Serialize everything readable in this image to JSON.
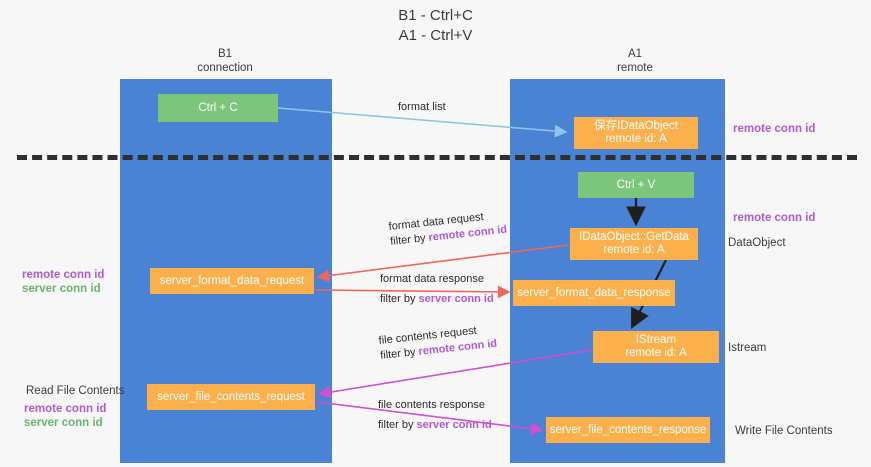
{
  "title": {
    "line1": "B1 - Ctrl+C",
    "line2": "A1 - Ctrl+V"
  },
  "columns": [
    {
      "id": "b1",
      "name": "B1",
      "role": "connection",
      "color": "#4a82d4"
    },
    {
      "id": "a1",
      "name": "A1",
      "role": "remote",
      "color": "#4a82d4"
    }
  ],
  "nodes": {
    "ctrl_c": {
      "label": "Ctrl + C",
      "color": "#7bc67b"
    },
    "ctrl_v": {
      "label": "Ctrl + V",
      "color": "#7bc67b"
    },
    "save_dataobject": {
      "line1": "保存IDataObject",
      "line2": "remote id: A",
      "color": "#fbb04c"
    },
    "get_data": {
      "line1": "IDataObject::GetData",
      "line2": "remote id: A",
      "color": "#fbb04c"
    },
    "istream": {
      "line1": "IStream",
      "line2": "remote id: A",
      "color": "#fbb04c"
    },
    "server_format_data_request": {
      "label": "server_format_data_request",
      "color": "#fbb04c"
    },
    "server_format_data_response": {
      "label": "server_format_data_response",
      "color": "#fbb04c"
    },
    "server_file_contents_request": {
      "label": "server_file_contents_request",
      "color": "#fbb04c"
    },
    "server_file_contents_response": {
      "label": "server_file_contents_response",
      "color": "#fbb04c"
    }
  },
  "edge_labels": {
    "format_list": "format list",
    "format_data_request": "format data request",
    "format_data_request_filter_prefix": "filter by ",
    "format_data_request_filter_key": "remote conn id",
    "format_data_response": "format data response",
    "format_data_response_filter_prefix": "filter by ",
    "format_data_response_filter_key": "server conn id",
    "file_contents_request": "file contents request",
    "file_contents_request_filter_prefix": "filter by ",
    "file_contents_request_filter_key": "remote conn id",
    "file_contents_response": "file contents response",
    "file_contents_response_filter_prefix": "filter by ",
    "file_contents_response_filter_key": "server conn id"
  },
  "side_labels": {
    "right_remote_conn_id_top": "remote conn id",
    "right_remote_conn_id_mid": "remote conn id",
    "dataobject": "DataObject",
    "istream": "Istream",
    "write_file_contents": "Write File Contents",
    "read_file_contents": "Read File Contents",
    "left_remote_conn_id": "remote conn id",
    "left_server_conn_id": "server conn id",
    "left_remote_conn_id_2": "remote conn id",
    "left_server_conn_id_2": "server conn id"
  },
  "colors": {
    "column": "#4a82d4",
    "node_orange": "#fbb04c",
    "node_green": "#7bc67b",
    "accent_purple": "#b05ad0",
    "accent_green": "#6cb26c",
    "arrow_red": "#f0665a",
    "arrow_magenta": "#d14fd1",
    "arrow_blue": "#8fc4ea",
    "arrow_black": "#1f1f1f",
    "divider": "#2f2f2f",
    "background": "#f7f7f7"
  }
}
